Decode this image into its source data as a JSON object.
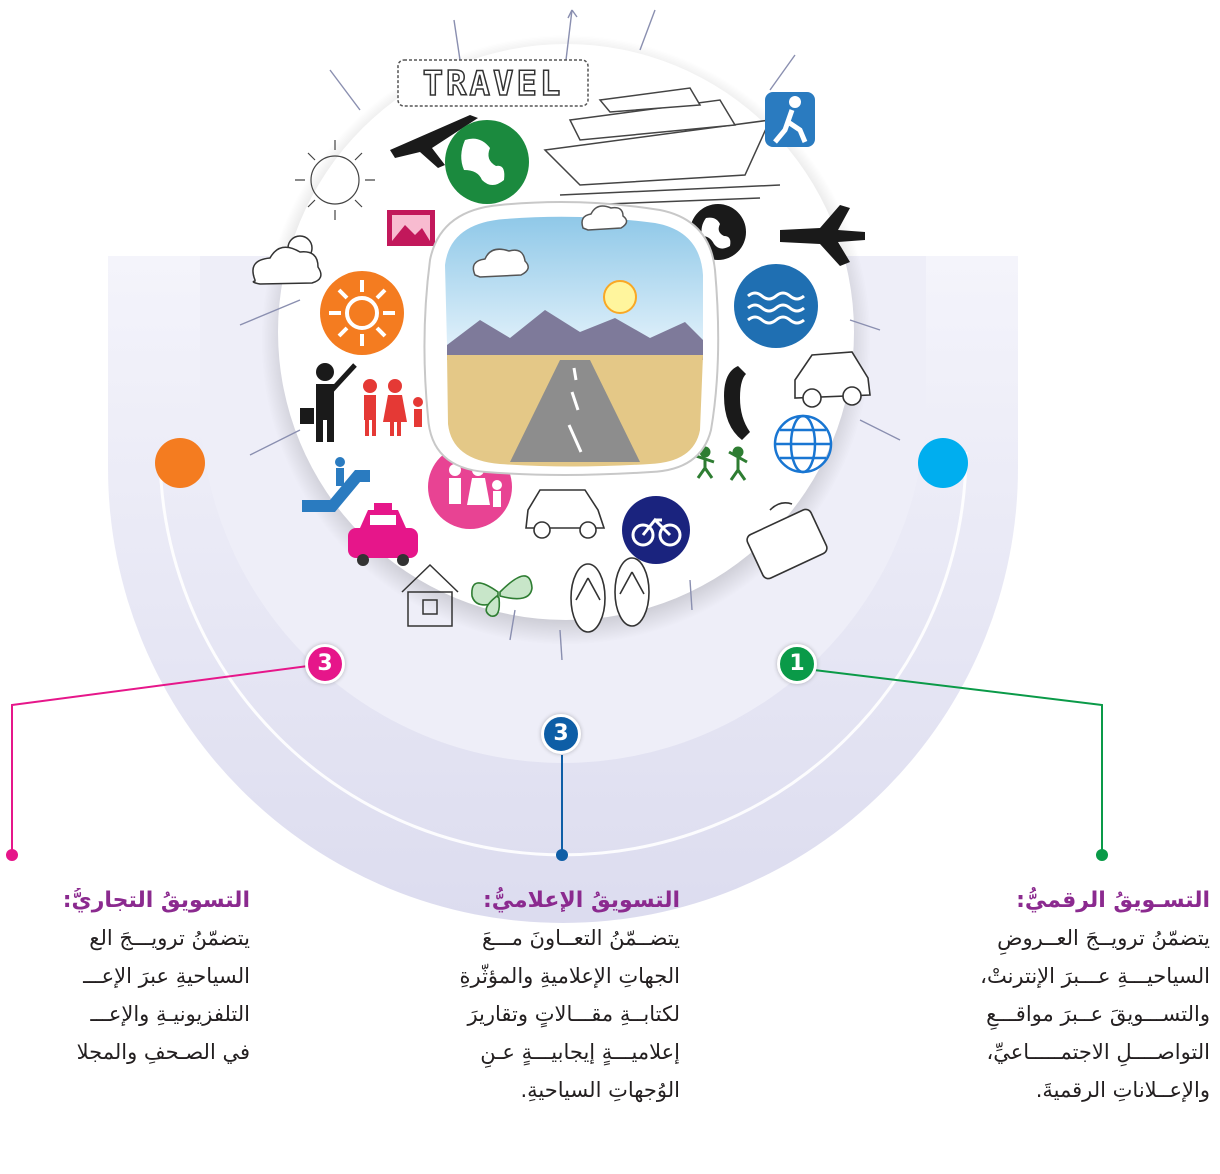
{
  "center_image": {
    "badge_text": "TRAVEL",
    "icons": [
      "airplane-icon",
      "globe-icon",
      "cruise-ship-icon",
      "hiker-icon",
      "sun-icon",
      "picture-icon",
      "cloud-sun-icon",
      "airplane-icon",
      "globe-icon",
      "waves-icon",
      "car-icon",
      "phone-icon",
      "world-grid-icon",
      "dancers-icon",
      "suitcase-icon",
      "bicycle-icon",
      "flip-flops-icon",
      "butterfly-icon",
      "house-icon",
      "taxi-icon",
      "escalator-icon",
      "family-icon",
      "businessman-icon"
    ]
  },
  "colors": {
    "green": "#0a9a48",
    "blue": "#0e5ea6",
    "pink": "#e6168a",
    "orange": "#f47c20",
    "cyan": "#00aeef",
    "heading": "#8b2a8f"
  },
  "markers": {
    "right": "1",
    "middle": "3",
    "left": "3"
  },
  "sections": {
    "digital": {
      "heading": "التسـويقُ الرقميُّ:",
      "lines": [
        "يتضمّنُ ترويــجَ العــروضِ",
        "السياحيـــةِ عـــبرَ الإنترنتْ،",
        "والتســـويقَ عــبرَ مواقـــعِ",
        "التواصــــلِ الاجتمـــــاعيِّ،",
        "والإعــلاناتِ الرقميةَ."
      ]
    },
    "media": {
      "heading": "التسويقُ الإعلاميُّ:",
      "lines": [
        "يتضــمّنُ التعــاونَ مـــعَ",
        "الجهاتِ الإعلاميةِ والمؤثّرةِ",
        "لكتابــةِ مقـــالاتٍ وتقاريرَ",
        "إعلاميـــةٍ إيجابيـــةٍ عـنِ",
        "الوُجهاتِ السياحيةِ."
      ]
    },
    "commercial": {
      "heading": "التسويقُ التجاريُّ:",
      "lines": [
        "يتضمّنُ ترويـــجَ الع",
        "السياحيةِ عبرَ الإعـــ",
        "التلفزيونيـةِ والإعـــ",
        "في الصـحفِ والمجلا"
      ]
    }
  }
}
